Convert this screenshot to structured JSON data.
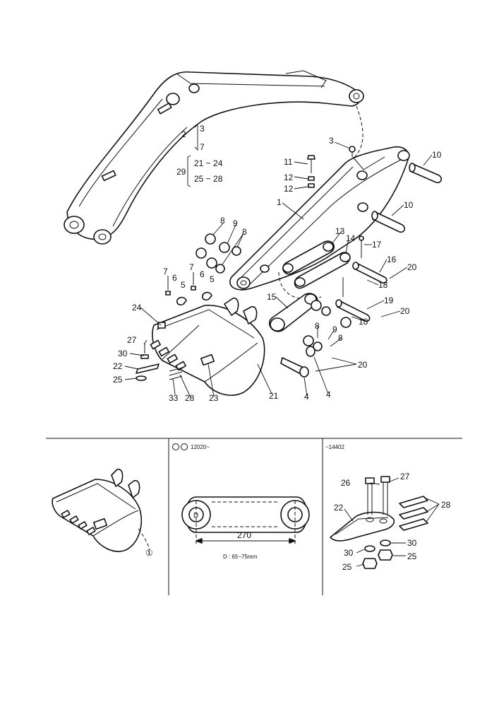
{
  "callouts": [
    {
      "id": "c1",
      "text": "1"
    },
    {
      "id": "c2",
      "text": "2"
    },
    {
      "id": "c3a",
      "text": "3"
    },
    {
      "id": "c3b",
      "text": "3"
    },
    {
      "id": "c7a",
      "text": "7"
    },
    {
      "id": "c29",
      "text": "29"
    },
    {
      "id": "c2124",
      "text": "21 ~ 24"
    },
    {
      "id": "c2528",
      "text": "25 ~ 28"
    },
    {
      "id": "c11",
      "text": "11"
    },
    {
      "id": "c12a",
      "text": "12"
    },
    {
      "id": "c12b",
      "text": "12"
    },
    {
      "id": "c10a",
      "text": "10"
    },
    {
      "id": "c10b",
      "text": "10"
    },
    {
      "id": "c8a",
      "text": "8"
    },
    {
      "id": "c9a",
      "text": "9"
    },
    {
      "id": "c8b",
      "text": "8"
    },
    {
      "id": "c13",
      "text": "13"
    },
    {
      "id": "c14",
      "text": "14"
    },
    {
      "id": "c17",
      "text": "17"
    },
    {
      "id": "c16",
      "text": "16"
    },
    {
      "id": "c20a",
      "text": "20"
    },
    {
      "id": "c18a",
      "text": "18"
    },
    {
      "id": "c7b",
      "text": "7"
    },
    {
      "id": "c6a",
      "text": "6"
    },
    {
      "id": "c5a",
      "text": "5"
    },
    {
      "id": "c7c",
      "text": "7"
    },
    {
      "id": "c6b",
      "text": "6"
    },
    {
      "id": "c5b",
      "text": "5"
    },
    {
      "id": "c15",
      "text": "15"
    },
    {
      "id": "c19",
      "text": "19"
    },
    {
      "id": "c20b",
      "text": "20"
    },
    {
      "id": "c18b",
      "text": "18"
    },
    {
      "id": "c24",
      "text": "24"
    },
    {
      "id": "c8c",
      "text": "8"
    },
    {
      "id": "c9b",
      "text": "9"
    },
    {
      "id": "c8d",
      "text": "8"
    },
    {
      "id": "c27a",
      "text": "27"
    },
    {
      "id": "c30a",
      "text": "30"
    },
    {
      "id": "c22a",
      "text": "22"
    },
    {
      "id": "c25a",
      "text": "25"
    },
    {
      "id": "c33",
      "text": "33"
    },
    {
      "id": "c28a",
      "text": "28"
    },
    {
      "id": "c23",
      "text": "23"
    },
    {
      "id": "c21",
      "text": "21"
    },
    {
      "id": "c4a",
      "text": "4"
    },
    {
      "id": "c4b",
      "text": "4"
    },
    {
      "id": "c20c",
      "text": "20"
    },
    {
      "id": "c26",
      "text": "26"
    },
    {
      "id": "c27b",
      "text": "27"
    },
    {
      "id": "c28b",
      "text": "28"
    },
    {
      "id": "c22b",
      "text": "22"
    },
    {
      "id": "c30b",
      "text": "30"
    },
    {
      "id": "c30c",
      "text": "30"
    },
    {
      "id": "c25b",
      "text": "25"
    },
    {
      "id": "c25c",
      "text": "25"
    }
  ],
  "panels": {
    "middle_header": "12020~",
    "right_header": "~14402",
    "dimension": "270",
    "bore_label": "D",
    "bore_note": "D : 65~75mm",
    "variant_mark_left": "①"
  }
}
